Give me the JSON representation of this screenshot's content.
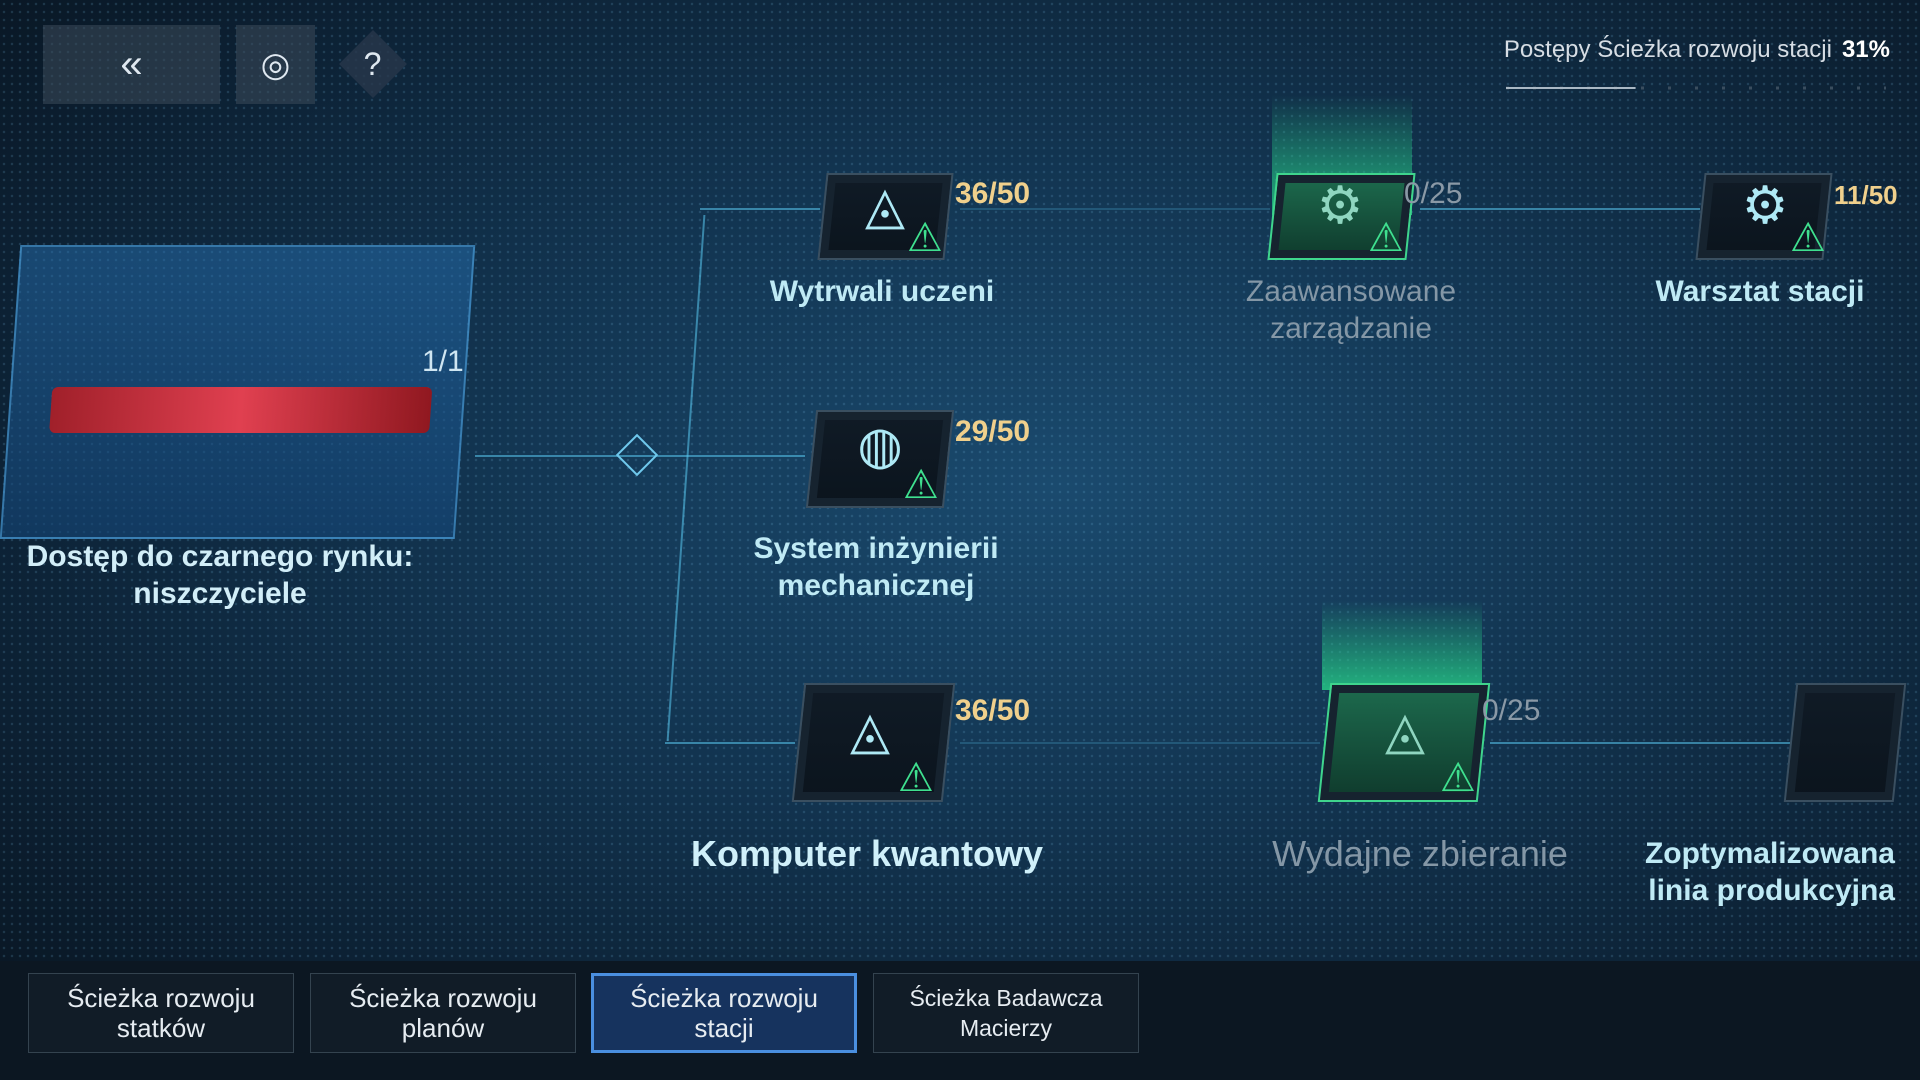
{
  "header": {
    "back_icon": "double-chevron-left-icon",
    "refresh_icon": "refresh-icon",
    "help_icon": "question-icon",
    "progress_label": "Postępy Ścieżka rozwoju stacji",
    "progress_value": "31%",
    "progress_fraction": 0.31
  },
  "root": {
    "count": "1/1",
    "label_line1": "Dostęp do czarnego rynku:",
    "label_line2": "niszczyciele"
  },
  "nodes": [
    {
      "count": "36/50",
      "label_line1": "Wytrwali uczeni",
      "label_line2": "",
      "icon": "triangle-cycle-icon"
    },
    {
      "count": "0/25",
      "label_line1": "Zaawansowane",
      "label_line2": "zarządzanie",
      "icon": "gear-cube-icon"
    },
    {
      "count": "11/50",
      "label_line1": "Warsztat stacji",
      "label_line2": "",
      "icon": "gear-triangle-icon"
    },
    {
      "count": "29/50",
      "label_line1": "System inżynierii",
      "label_line2": "mechanicznej",
      "icon": "city-icon"
    },
    {
      "count": "36/50",
      "label_line1": "Komputer kwantowy",
      "label_line2": "",
      "icon": "chart-triangle-icon"
    },
    {
      "count": "0/25",
      "label_line1": "Wydajne zbieranie",
      "label_line2": "",
      "icon": "triangle-cube-icon"
    },
    {
      "count": "",
      "label_line1": "Zoptymalizowana",
      "label_line2": "linia produkcyjna",
      "icon": "unknown-icon"
    }
  ],
  "tabs": [
    {
      "label": "Ścieżka rozwoju statków"
    },
    {
      "label": "Ścieżka rozwoju planów"
    },
    {
      "label": "Ścieżka rozwoju stacji"
    },
    {
      "label": "Ścieżka Badawcza Macierzy"
    }
  ]
}
